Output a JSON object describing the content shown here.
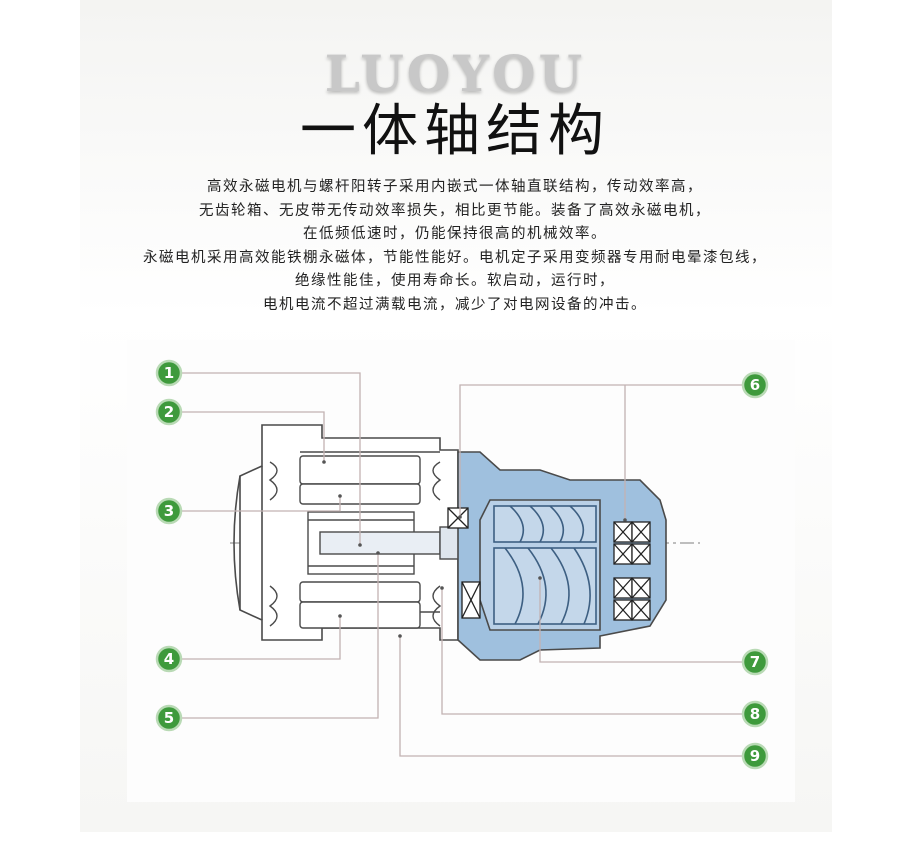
{
  "header": {
    "brand": "LUOYOU",
    "title": "一体轴结构"
  },
  "description": [
    "高效永磁电机与螺杆阳转子采用内嵌式一体轴直联结构，传动效率高，",
    "无齿轮箱、无皮带无传动效率损失，相比更节能。装备了高效永磁电机，",
    "在低频低速时，仍能保持很高的机械效率。",
    "永磁电机采用高效能铁棚永磁体，节能性能好。电机定子采用变频器专用耐电晕漆包线，",
    "绝缘性能佳，使用寿命长。软启动，运行时，",
    "电机电流不超过满载电流，减少了对电网设备的冲击。"
  ],
  "diagram": {
    "callouts": [
      "1",
      "2",
      "3",
      "4",
      "5",
      "6",
      "7",
      "8",
      "9"
    ],
    "colors": {
      "callout_fill": "#3e9a3c",
      "leader_line": "#c2b2b2",
      "compressor_fill": "#9fc0de",
      "motor_outline": "#4a4a4a"
    }
  }
}
